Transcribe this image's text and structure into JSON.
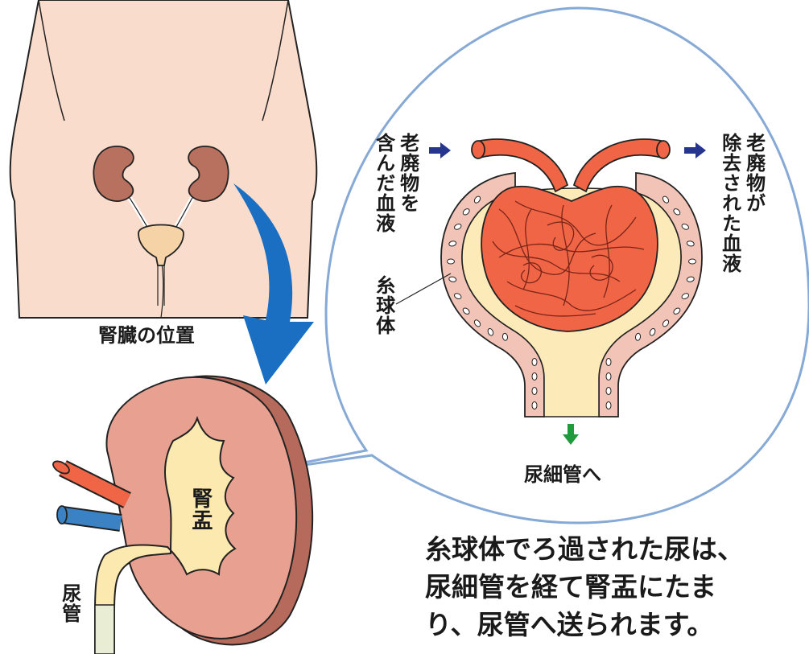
{
  "labels": {
    "kidney_position": "腎臓の位置",
    "renal_pelvis": "腎盂",
    "ureter": "尿管",
    "waste_blood_in": "老廃物を含んだ血液",
    "waste_blood_in_line1": "老廃物を",
    "waste_blood_in_line2": "含んだ血液",
    "cleaned_blood_out": "老廃物が除去された血液",
    "cleaned_blood_out_line1": "老廃物が",
    "cleaned_blood_out_line2": "除去された血液",
    "glomerulus": "糸球体",
    "to_tubule": "尿細管へ"
  },
  "caption": {
    "line1": "糸球体でろ過された尿は、",
    "line2": "尿細管を経て腎盂にたま",
    "line3": "り、尿管へ送られます。"
  },
  "colors": {
    "skin": "#fadccc",
    "kidney": "#e8a090",
    "kidney_dark": "#b56a5b",
    "pelvis": "#fbe9b0",
    "artery": "#f06545",
    "vein": "#3a82c4",
    "ureter": "#e9edd4",
    "curved_arrow": "#1a6fc2",
    "bubble_outline": "#86a9d6",
    "flow_arrow_in": "#26368f",
    "flow_arrow_down": "#1f9a3c",
    "capsule_cell": "#f2c4b8"
  }
}
